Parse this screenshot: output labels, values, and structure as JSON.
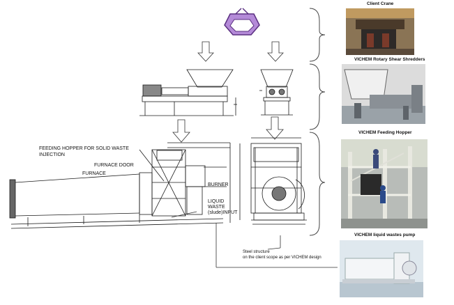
{
  "captions": {
    "client_crane": "Client Crane",
    "shredders": "VICHEM Rotary Shear Shredders",
    "feeding_hopper": "VICHEM Feeding Hopper",
    "pump": "VICHEM liquid wastes pump"
  },
  "labels": {
    "hopper_line1": "FEEDING HOPPER FOR SOLID WASTE",
    "hopper_line2": "INJECTION",
    "furnace_door": "FURNACE DOOR",
    "furnace": "FURNACE",
    "burner": "BURNER",
    "liquid_line1": "LIQUID",
    "liquid_line2": "WASTE",
    "liquid_line3": "(slude)INPUT",
    "steel_line1": "Steel structure",
    "steel_line2": "on the client scope as per VICHEM design"
  },
  "colors": {
    "grab": "#b48ad8",
    "grab_stroke": "#5a2f80",
    "line": "#1a1a1a"
  }
}
